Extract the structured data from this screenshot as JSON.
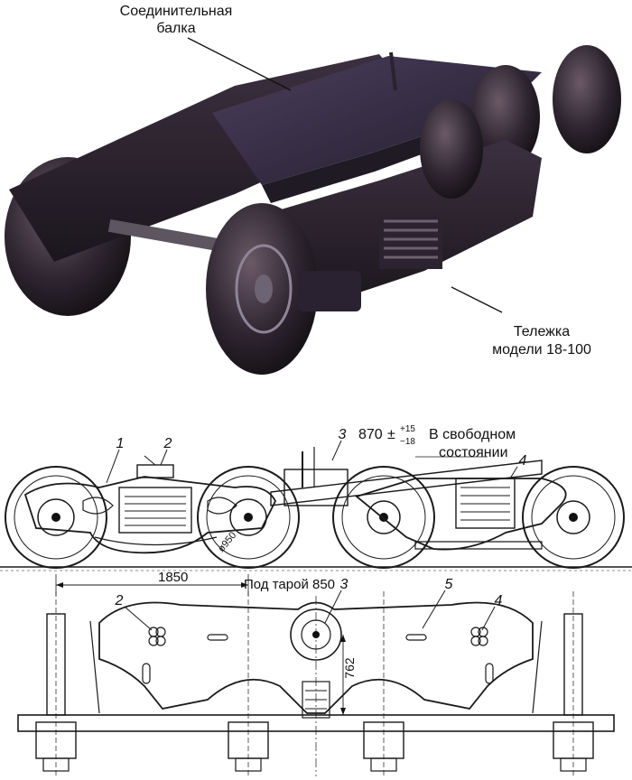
{
  "photo": {
    "label_beam_line1": "Соединительная",
    "label_beam_line2": "балка",
    "label_bogie_line1": "Тележка",
    "label_bogie_line2": "модели 18-100"
  },
  "drawing": {
    "part_1": "1",
    "part_2": "2",
    "part_3": "3",
    "part_4": "4",
    "part_5": "5",
    "height_value": "870",
    "height_pm": "±",
    "tol_plus": "+15",
    "tol_minus": "−18",
    "free_state_line1": "В свободном",
    "free_state_line2": "состоянии",
    "wheelbase": "1850",
    "under_tare": "Под тарой 850",
    "dim_762": "762",
    "wheel_dia": "ø950"
  }
}
